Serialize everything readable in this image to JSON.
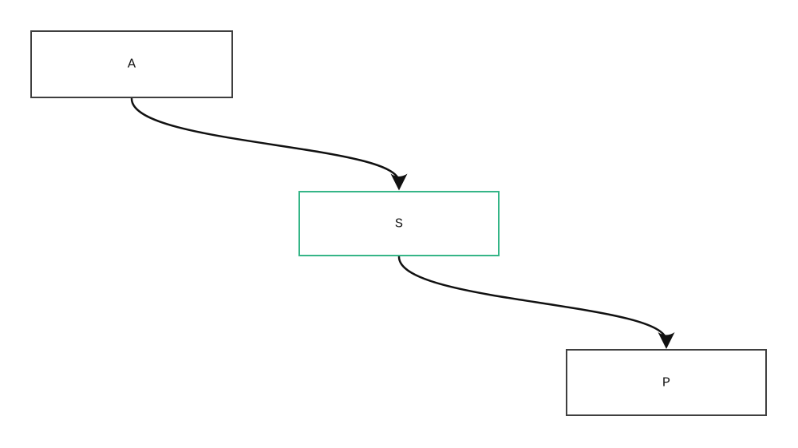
{
  "diagram": {
    "nodes": [
      {
        "id": "A",
        "label": "A",
        "border_color": "#3f3f3f"
      },
      {
        "id": "S",
        "label": "S",
        "border_color": "#35b587"
      },
      {
        "id": "P",
        "label": "P",
        "border_color": "#3f3f3f"
      }
    ],
    "edges": [
      {
        "from": "A",
        "to": "S",
        "color": "#111111"
      },
      {
        "from": "S",
        "to": "P",
        "color": "#111111"
      }
    ],
    "colors": {
      "background": "#ffffff",
      "label_text": "#1a1a1a",
      "default_node_border": "#3f3f3f",
      "highlight_node_border": "#35b587",
      "edge": "#111111"
    }
  }
}
